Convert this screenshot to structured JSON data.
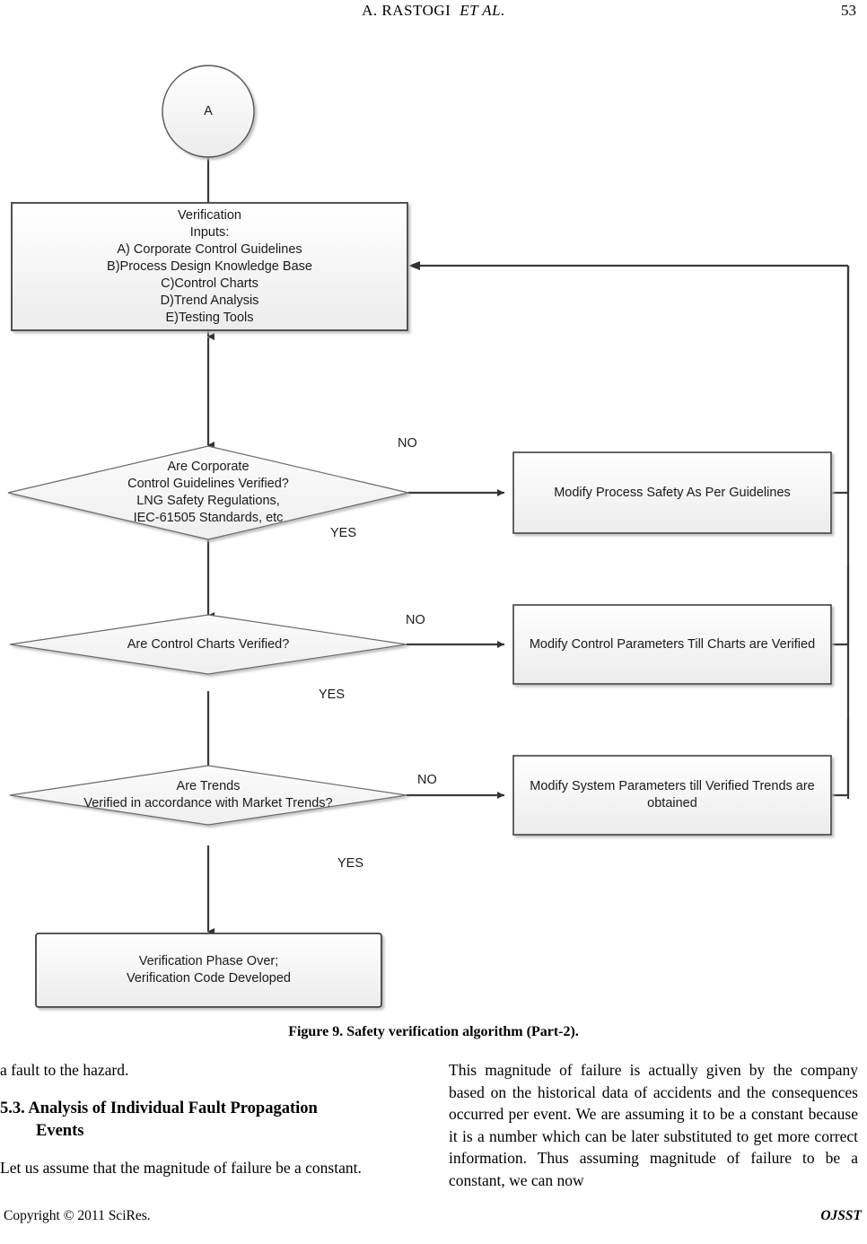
{
  "header": {
    "author": "A. RASTOGI",
    "et_al": "ET   AL.",
    "page_number": "53"
  },
  "figure": {
    "caption": "Figure 9. Safety verification algorithm (Part-2).",
    "connector_node": {
      "label": "A"
    },
    "nodes": {
      "verification_inputs": "Verification\nInputs:\nA) Corporate Control Guidelines\nB)Process Design Knowledge Base\nC)Control Charts\nD)Trend Analysis\nE)Testing Tools",
      "decision_guidelines": "Are Corporate\nControl Guidelines Verified?\nLNG Safety Regulations,\nIEC-61505 Standards, etc",
      "process_guidelines": "Modify Process Safety As Per Guidelines",
      "decision_charts": "Are Control Charts Verified?",
      "process_charts": "Modify Control Parameters Till Charts are Verified",
      "decision_trends": "Are Trends\nVerified in accordance with Market Trends?",
      "process_trends": "Modify System Parameters till Verified Trends are\nobtained",
      "terminator": "Verification Phase Over;\nVerification Code Developed"
    },
    "edge_labels": {
      "no_1": "NO",
      "yes_1": "YES",
      "no_2": "NO",
      "yes_2": "YES",
      "no_3": "NO",
      "yes_3": "YES"
    },
    "colors": {
      "shape_fill_top": "#ffffff",
      "shape_fill_bottom": "#eeeeee",
      "shape_stroke": "#3f3f3f",
      "diamond_stroke": "#5a5a5a",
      "connector_stroke": "#404040",
      "text": "#1a1a1a"
    }
  },
  "body": {
    "left_column": {
      "para_1": "a fault to the hazard.",
      "heading_number_title": "5.3. Analysis of Individual Fault Propagation",
      "heading_continuation": "Events",
      "para_2": "Let us assume that the magnitude of failure be a constant."
    },
    "right_column": {
      "para_1": "This magnitude of failure is actually given by the company based on the historical data of accidents and the consequences occurred per event. We are assuming it to be a constant because it is a number which can be later substituted to get more correct information. Thus assuming magnitude of failure to be a constant, we can now"
    }
  },
  "footer": {
    "copyright": "Copyright © 2011 SciRes.",
    "journal": "OJSST"
  }
}
